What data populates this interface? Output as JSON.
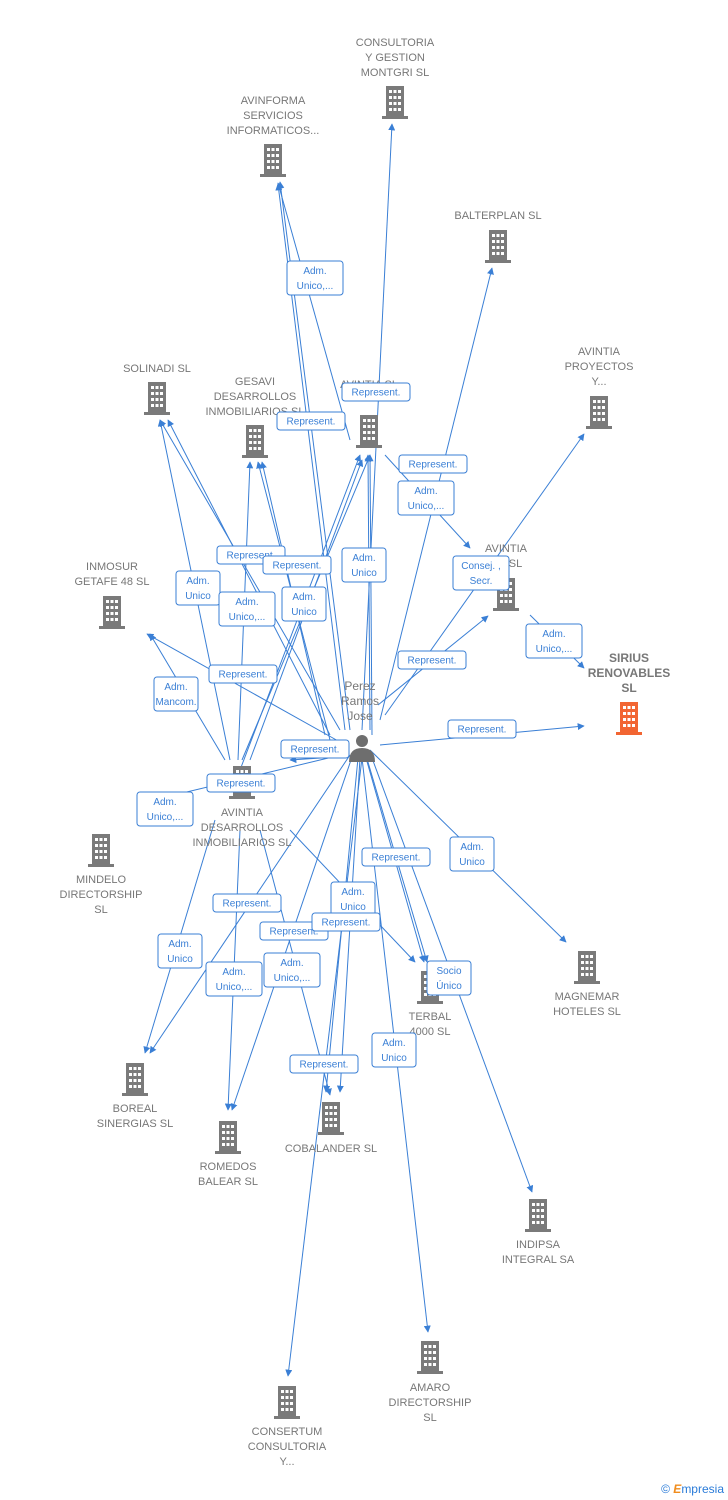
{
  "colors": {
    "edge": "#3a7fd5",
    "building": "#7a7a7a",
    "highlight": "#f26532",
    "label": "#777777"
  },
  "person": {
    "label": [
      "Perez",
      "Ramos",
      "Jose"
    ],
    "icon": "person-icon"
  },
  "companies": [
    {
      "id": "consultoria-gestion-montgri",
      "label": [
        "CONSULTORIA",
        "Y GESTION",
        "MONTGRI  SL"
      ]
    },
    {
      "id": "avinforma",
      "label": [
        "AVINFORMA",
        "SERVICIOS",
        "INFORMATICOS..."
      ]
    },
    {
      "id": "balterplan",
      "label": [
        "BALTERPLAN SL"
      ]
    },
    {
      "id": "avintia-proyectos",
      "label": [
        "AVINTIA",
        "PROYECTOS",
        "Y..."
      ]
    },
    {
      "id": "solinadi",
      "label": [
        "SOLINADI  SL"
      ]
    },
    {
      "id": "gesavi",
      "label": [
        "GESAVI",
        "DESARROLLOS",
        "INMOBILIARIOS SL"
      ]
    },
    {
      "id": "avintia-top",
      "label": [
        "AVINTIA SL"
      ]
    },
    {
      "id": "avintia-mid",
      "label": [
        "AVINTIA",
        "...A  SL"
      ]
    },
    {
      "id": "inmosur",
      "label": [
        "INMOSUR",
        "GETAFE 48  SL"
      ]
    },
    {
      "id": "sirius",
      "label": [
        "SIRIUS",
        "RENOVABLES",
        "SL"
      ],
      "highlight": true
    },
    {
      "id": "avintia-desarrollos",
      "label": [
        "AVINTIA",
        "DESARROLLOS",
        "INMOBILIARIOS SL"
      ]
    },
    {
      "id": "mindelo",
      "label": [
        "MINDELO",
        "DIRECTORSHIP",
        "SL"
      ]
    },
    {
      "id": "magnemar",
      "label": [
        "MAGNEMAR",
        "HOTELES  SL"
      ]
    },
    {
      "id": "terbal",
      "label": [
        "TERBAL",
        "4000 SL"
      ]
    },
    {
      "id": "boreal",
      "label": [
        "BOREAL",
        "SINERGIAS  SL"
      ]
    },
    {
      "id": "romedos",
      "label": [
        "ROMEDOS",
        "BALEAR  SL"
      ]
    },
    {
      "id": "cobalander",
      "label": [
        "COBALANDER SL"
      ]
    },
    {
      "id": "indipsa",
      "label": [
        "INDIPSA",
        "INTEGRAL SA"
      ]
    },
    {
      "id": "amaro",
      "label": [
        "AMARO",
        "DIRECTORSHIP",
        "SL"
      ]
    },
    {
      "id": "consertum",
      "label": [
        "CONSERTUM",
        "CONSULTORIA",
        "Y..."
      ]
    }
  ],
  "edge_labels": [
    {
      "id": "e-avinforma",
      "text": [
        "Adm.",
        "Unico,..."
      ]
    },
    {
      "id": "e-avintia-top-rep",
      "text": [
        "Represent."
      ]
    },
    {
      "id": "e-gesavi-rep",
      "text": [
        "Represent."
      ]
    },
    {
      "id": "e-avintia-mid-rep",
      "text": [
        "Represent."
      ]
    },
    {
      "id": "e-avintia-mid-adm",
      "text": [
        "Adm.",
        "Unico,..."
      ]
    },
    {
      "id": "e-solinadi-rep",
      "text": [
        "Represent."
      ]
    },
    {
      "id": "e-gesavi-rep2",
      "text": [
        "Represent."
      ]
    },
    {
      "id": "e-avintia-top-adm",
      "text": [
        "Adm.",
        "Unico"
      ]
    },
    {
      "id": "e-avintia-proy",
      "text": [
        "Consej. ,",
        "Secr."
      ]
    },
    {
      "id": "e-solinadi-adm",
      "text": [
        "Adm.",
        "Unico"
      ]
    },
    {
      "id": "e-gesavi-adm",
      "text": [
        "Adm.",
        "Unico,..."
      ]
    },
    {
      "id": "e-gesavi-adm2",
      "text": [
        "Adm.",
        "Unico"
      ]
    },
    {
      "id": "e-sirius-adm",
      "text": [
        "Adm.",
        "Unico,..."
      ]
    },
    {
      "id": "e-inmosur-rep",
      "text": [
        "Represent."
      ]
    },
    {
      "id": "e-balterplan-rep",
      "text": [
        "Represent."
      ]
    },
    {
      "id": "e-inmosur-adm",
      "text": [
        "Adm.",
        "Mancom."
      ]
    },
    {
      "id": "e-sirius-rep",
      "text": [
        "Represent."
      ]
    },
    {
      "id": "e-avdes-rep",
      "text": [
        "Represent."
      ]
    },
    {
      "id": "e-avdes-rep2",
      "text": [
        "Represent."
      ]
    },
    {
      "id": "e-mindelo-adm",
      "text": [
        "Adm.",
        "Unico,..."
      ]
    },
    {
      "id": "e-magnemar-adm",
      "text": [
        "Adm.",
        "Unico"
      ]
    },
    {
      "id": "e-terbal-rep",
      "text": [
        "Represent."
      ]
    },
    {
      "id": "e-boreal-rep",
      "text": [
        "Represent."
      ]
    },
    {
      "id": "e-cob-adm",
      "text": [
        "Adm.",
        "Unico"
      ]
    },
    {
      "id": "e-cob-rep",
      "text": [
        "Represent."
      ]
    },
    {
      "id": "e-romedos-rep",
      "text": [
        "Represent."
      ]
    },
    {
      "id": "e-boreal-adm",
      "text": [
        "Adm.",
        "Unico"
      ]
    },
    {
      "id": "e-romedos-adm",
      "text": [
        "Adm.",
        "Unico,..."
      ]
    },
    {
      "id": "e-cob-adm2",
      "text": [
        "Adm.",
        "Unico,..."
      ]
    },
    {
      "id": "e-terbal-socio",
      "text": [
        "Socio",
        "Único"
      ]
    },
    {
      "id": "e-amaro-adm",
      "text": [
        "Adm.",
        "Unico"
      ]
    },
    {
      "id": "e-cob-rep2",
      "text": [
        "Represent."
      ]
    }
  ],
  "brand": {
    "copyright": "©",
    "name_first": "E",
    "name_rest": "mpresia"
  }
}
